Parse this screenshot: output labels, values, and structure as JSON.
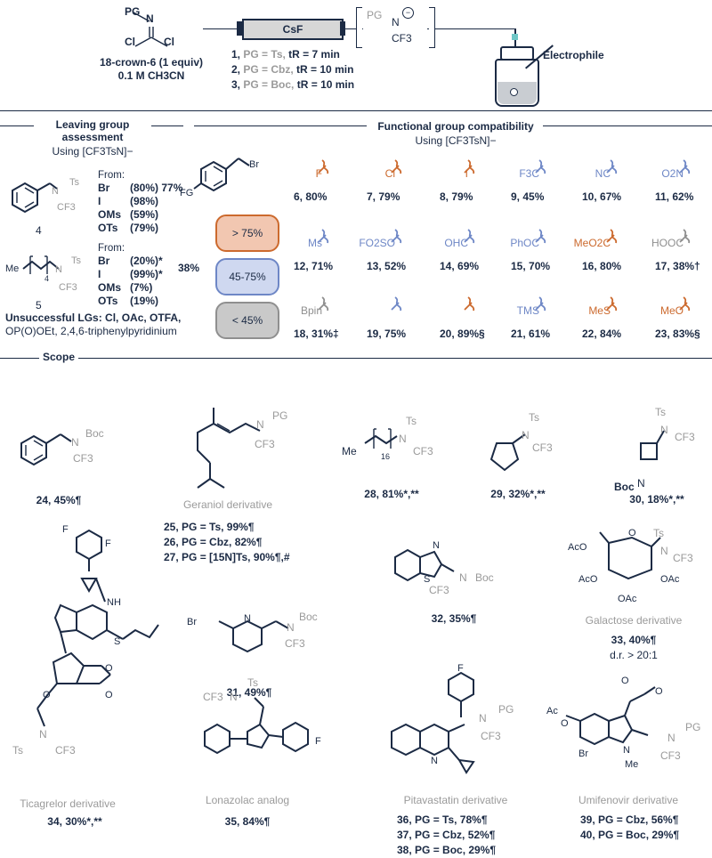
{
  "header": {
    "reagent": {
      "pg": "PG",
      "n": "N",
      "cl1": "Cl",
      "cl2": "Cl"
    },
    "conditions": [
      "18-crown-6 (1 equiv)",
      "0.1 M CH3CN"
    ],
    "cartridge": "CsF",
    "intermediate": {
      "pg": "PG",
      "n": "N",
      "cf3": "CF3"
    },
    "electrophile": "Electrophile",
    "runs": [
      {
        "num": "1,",
        "pg": "PG = Ts,",
        "tr": "tR = 7 min"
      },
      {
        "num": "2,",
        "pg": "PG = Cbz,",
        "tr": "tR = 10 min"
      },
      {
        "num": "3,",
        "pg": "PG = Boc,",
        "tr": "tR = 10 min"
      }
    ]
  },
  "leaving": {
    "title": "Leaving group assessment",
    "subtitle": "Using [CF3TsN]−",
    "c4": {
      "label": "4",
      "from": "From:",
      "rows": [
        [
          "Br",
          "(80%)",
          "77%"
        ],
        [
          "I",
          "(98%)",
          ""
        ],
        [
          "OMs",
          "(59%)",
          ""
        ],
        [
          "OTs",
          "(79%)",
          ""
        ]
      ]
    },
    "c5": {
      "label": "5",
      "from": "From:",
      "combined": "38%",
      "rows": [
        [
          "Br",
          "(20%)*"
        ],
        [
          "I",
          "(99%)*"
        ],
        [
          "OMs",
          "(7%)"
        ],
        [
          "OTs",
          "(19%)"
        ]
      ]
    },
    "unsuccessful": [
      "Unsuccessful LGs: Cl, OAc, OTFA,",
      "OP(O)OEt, 2,4,6-triphenylpyridinium"
    ]
  },
  "fg": {
    "title": "Functional group compatibility",
    "subtitle": "Using [CF3TsN]−",
    "core": {
      "fg": "FG",
      "br": "Br"
    },
    "legend": [
      {
        "label": "> 75%",
        "bg": "#f2c7b1",
        "border": "#cc6a2e"
      },
      {
        "label": "45-75%",
        "bg": "#cfd8f0",
        "border": "#6e87c6"
      },
      {
        "label": "< 45%",
        "bg": "#c9c9c9",
        "border": "#8f8f8f"
      }
    ],
    "row1": [
      {
        "grp": "F",
        "res": "6, 80%",
        "cls": "or"
      },
      {
        "grp": "Cl",
        "res": "7, 79%",
        "cls": "or"
      },
      {
        "grp": "I",
        "res": "8, 79%",
        "cls": "or"
      },
      {
        "grp": "F3C",
        "res": "9, 45%",
        "cls": "bl"
      },
      {
        "grp": "NC",
        "res": "10, 67%",
        "cls": "bl"
      },
      {
        "grp": "O2N",
        "res": "11, 62%",
        "cls": "bl"
      }
    ],
    "row2": [
      {
        "grp": "Ms",
        "res": "12, 71%",
        "cls": "bl"
      },
      {
        "grp": "FO2SO",
        "res": "13, 52%",
        "cls": "bl"
      },
      {
        "grp": "OHC",
        "res": "14, 69%",
        "cls": "bl"
      },
      {
        "grp": "PhOC",
        "res": "15, 70%",
        "cls": "bl"
      },
      {
        "grp": "MeO2C",
        "res": "16, 80%",
        "cls": "or"
      },
      {
        "grp": "HOOC",
        "res": "17, 38%†",
        "cls": "gr"
      }
    ],
    "row3": [
      {
        "grp": "Bpin",
        "res": "18, 31%‡",
        "cls": "gr"
      },
      {
        "grp": "",
        "res": "19, 75%",
        "cls": "bl"
      },
      {
        "grp": "",
        "res": "20, 89%§",
        "cls": "or"
      },
      {
        "grp": "TMS",
        "res": "21, 61%",
        "cls": "bl"
      },
      {
        "grp": "MeS",
        "res": "22, 84%",
        "cls": "or"
      },
      {
        "grp": "MeO",
        "res": "23, 83%§",
        "cls": "or"
      }
    ]
  },
  "scope": {
    "title": "Scope",
    "c24": "24, 45%¶",
    "geraniol": "Geraniol derivative",
    "c25": "25, PG = Ts, 99%¶",
    "c26": "26, PG = Cbz, 82%¶",
    "c27": "27, PG = [15N]Ts, 90%¶,#",
    "c28": "28, 81%*,**",
    "c29": "29, 32%*,**",
    "c30": "30, 18%*,**",
    "c31": "31, 49%¶",
    "c32": "32, 35%¶",
    "galactose": "Galactose derivative",
    "c33": "33, 40%¶",
    "dr": "d.r. > 20:1",
    "ticagrelor": "Ticagrelor derivative",
    "c34": "34, 30%*,**",
    "lonazolac": "Lonazolac analog",
    "c35": "35, 84%¶",
    "pitavastatin": "Pitavastatin derivative",
    "c36": "36, PG = Ts, 78%¶",
    "c37": "37, PG = Cbz, 52%¶",
    "c38": "38, PG = Boc, 29%¶",
    "umifenovir": "Umifenovir derivative",
    "c39": "39, PG = Cbz, 56%¶",
    "c40": "40, PG = Boc, 29%¶",
    "atoms": {
      "boc": "Boc",
      "ts": "Ts",
      "pg": "PG",
      "cf3": "CF3",
      "n": "N",
      "me": "Me",
      "br": "Br",
      "f": "F",
      "s": "S",
      "o": "O",
      "nh": "NH",
      "aco": "AcO",
      "oac": "OAc",
      "ac": "Ac",
      "sixteen": "16",
      "four": "4"
    }
  }
}
